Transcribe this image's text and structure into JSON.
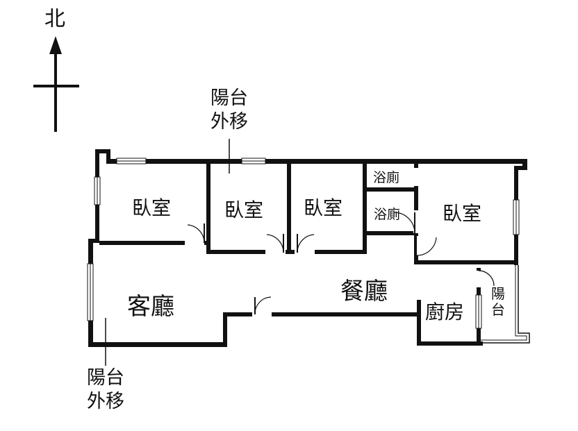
{
  "compass": {
    "label": "北"
  },
  "notes": {
    "balcony_moved_top": [
      "陽台",
      "外移"
    ],
    "balcony_moved_bottom": [
      "陽台",
      "外移"
    ]
  },
  "rooms": {
    "bedroom_1": "臥室",
    "bedroom_2": "臥室",
    "bedroom_3": "臥室",
    "bedroom_4": "臥室",
    "bathroom_1": "浴廁",
    "bathroom_2": "浴廁",
    "living_room": "客廳",
    "dining_room": "餐廳",
    "kitchen": "廚房",
    "balcony": "陽台"
  }
}
